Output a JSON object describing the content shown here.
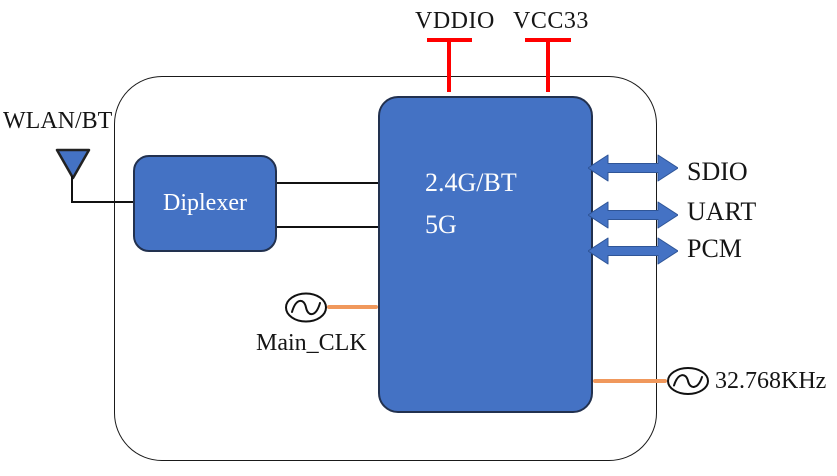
{
  "diagram": {
    "antenna": {
      "label": "WLAN/BT"
    },
    "power_pins": [
      {
        "label": "VDDIO"
      },
      {
        "label": "VCC33"
      }
    ],
    "blocks": {
      "diplexer": {
        "label": "Diplexer"
      },
      "main_chip": {
        "line1": "2.4G/BT",
        "line2": "5G"
      }
    },
    "interfaces": [
      {
        "label": "SDIO"
      },
      {
        "label": "UART"
      },
      {
        "label": "PCM"
      }
    ],
    "clocks": {
      "main": {
        "label": "Main_CLK"
      },
      "rtc": {
        "label": "32.768KHz"
      }
    },
    "colors": {
      "block_blue": "#4472C4",
      "power_red": "#FF0000",
      "clock_orange": "#F0985C",
      "line_black": "#111111"
    }
  }
}
